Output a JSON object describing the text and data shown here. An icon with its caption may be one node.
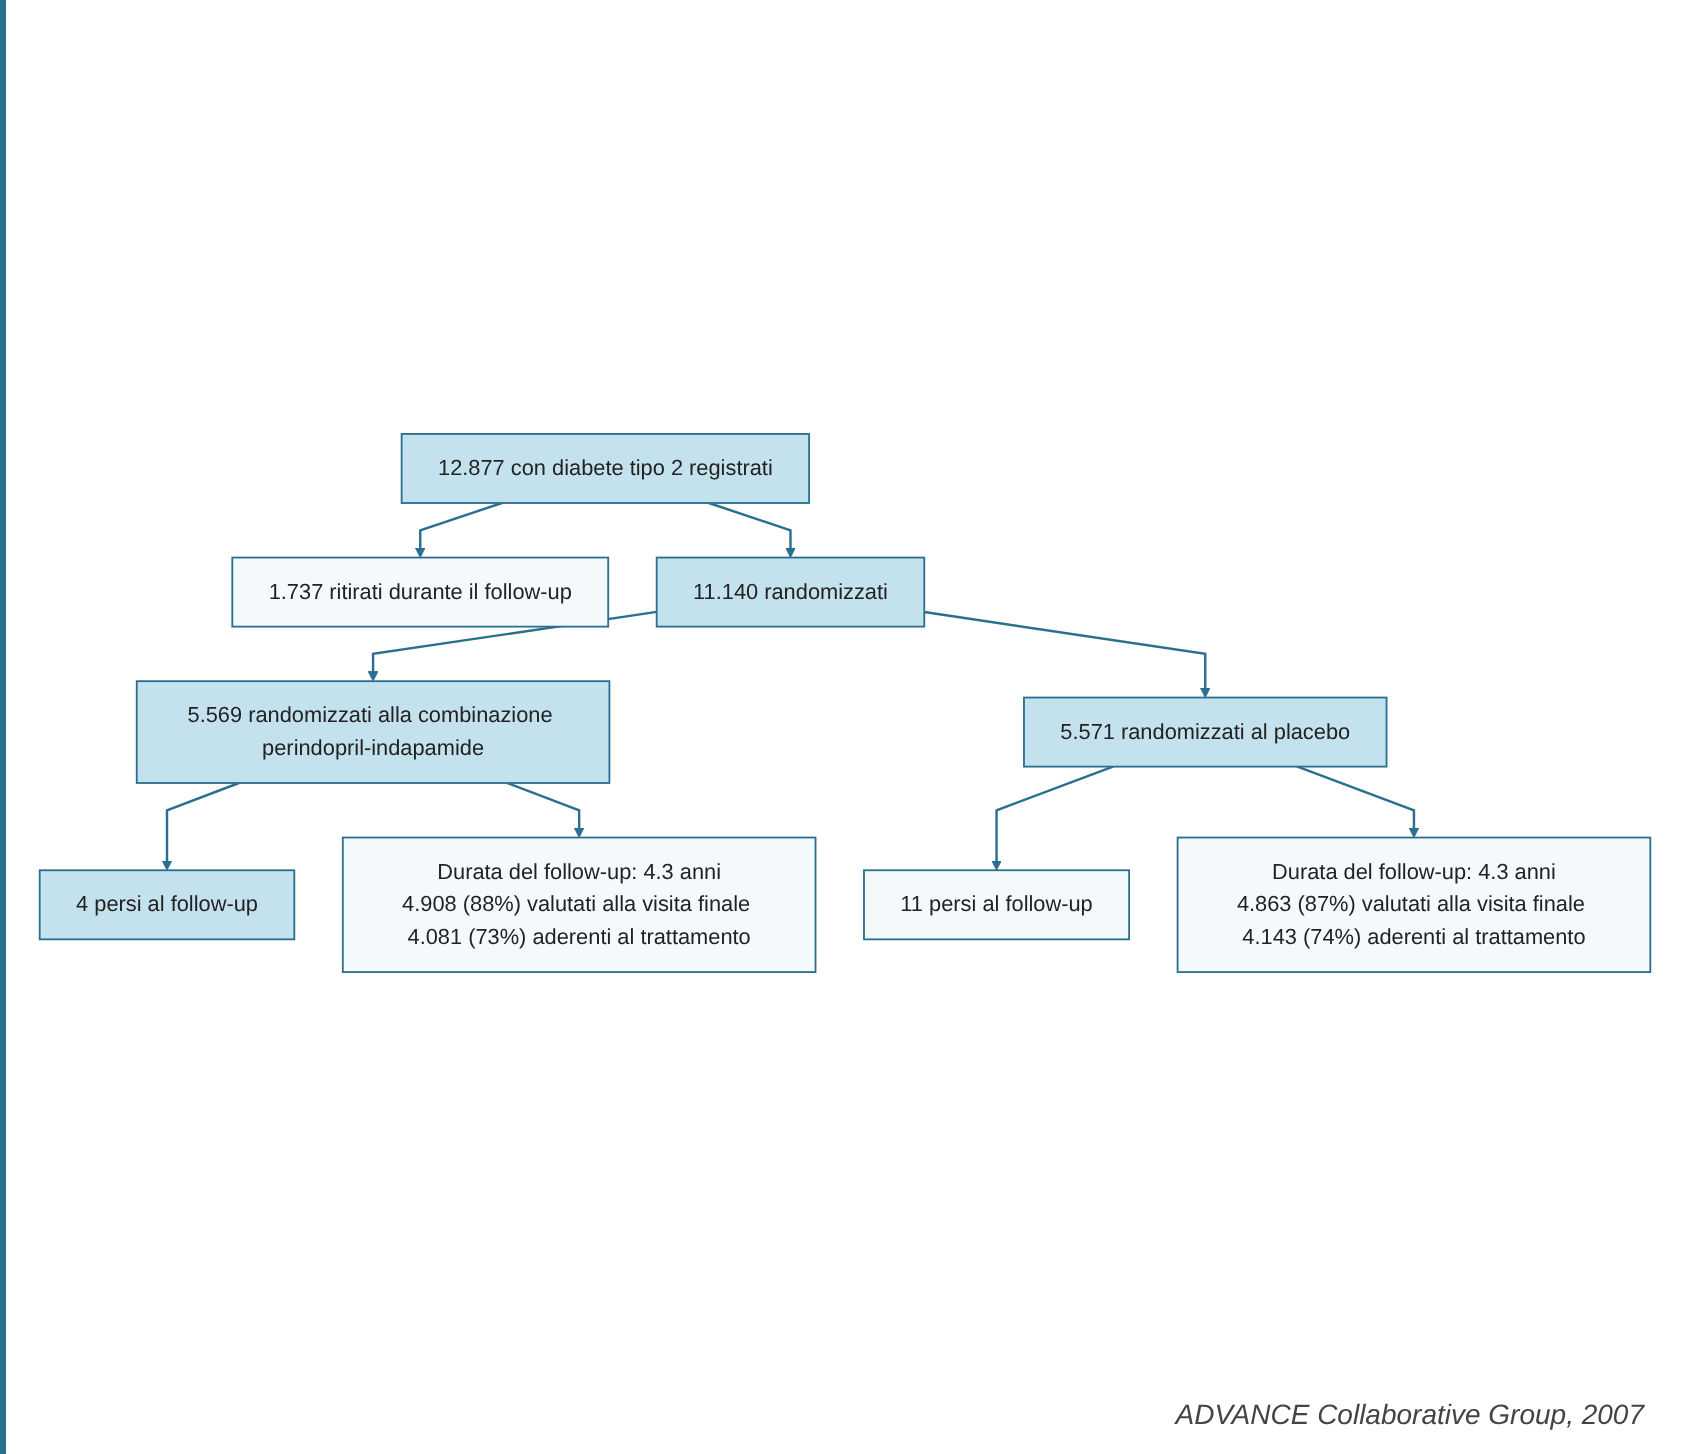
{
  "diagram": {
    "caption": "ADVANCE Collaborative Group, 2007",
    "nodes": [
      {
        "text": [
          "12.877 con diabete tipo 2 registrati"
        ]
      },
      {
        "text": [
          "1.737 ritirati durante il follow-up"
        ]
      },
      {
        "text": [
          "11.140 randomizzati"
        ]
      },
      {
        "text": [
          "5.569 randomizzati alla combinazione perindopril-indapamide"
        ]
      },
      {
        "text": [
          "5.571 randomizzati al placebo"
        ]
      },
      {
        "text": [
          "4 persi al follow-up"
        ]
      },
      {
        "text": [
          "11 persi al follow-up"
        ]
      },
      {
        "text": [
          "Durata del follow-up: 4.3 anni",
          "4.908 (88%) valutati alla visita finale 4.081 (73%) aderenti al trattamento"
        ]
      },
      {
        "text": [
          "Durata del follow-up: 4.3 anni",
          "4.863 (87%) valutati alla visita finale 4.143 (74%) aderenti al trattamento"
        ]
      }
    ],
    "edges": [
      {
        "from": 0,
        "to": 1,
        "arrow": "to"
      },
      {
        "from": 0,
        "to": 2,
        "arrow": "to"
      },
      {
        "from": 2,
        "to": 3,
        "arrow": "to"
      },
      {
        "from": 2,
        "to": 4,
        "arrow": "to"
      },
      {
        "from": 3,
        "to": 5,
        "arrow": "to"
      },
      {
        "from": 3,
        "to": 7,
        "arrow": "to"
      },
      {
        "from": 4,
        "to": 6,
        "arrow": "to"
      },
      {
        "from": 4,
        "to": 8,
        "arrow": "to"
      }
    ]
  }
}
